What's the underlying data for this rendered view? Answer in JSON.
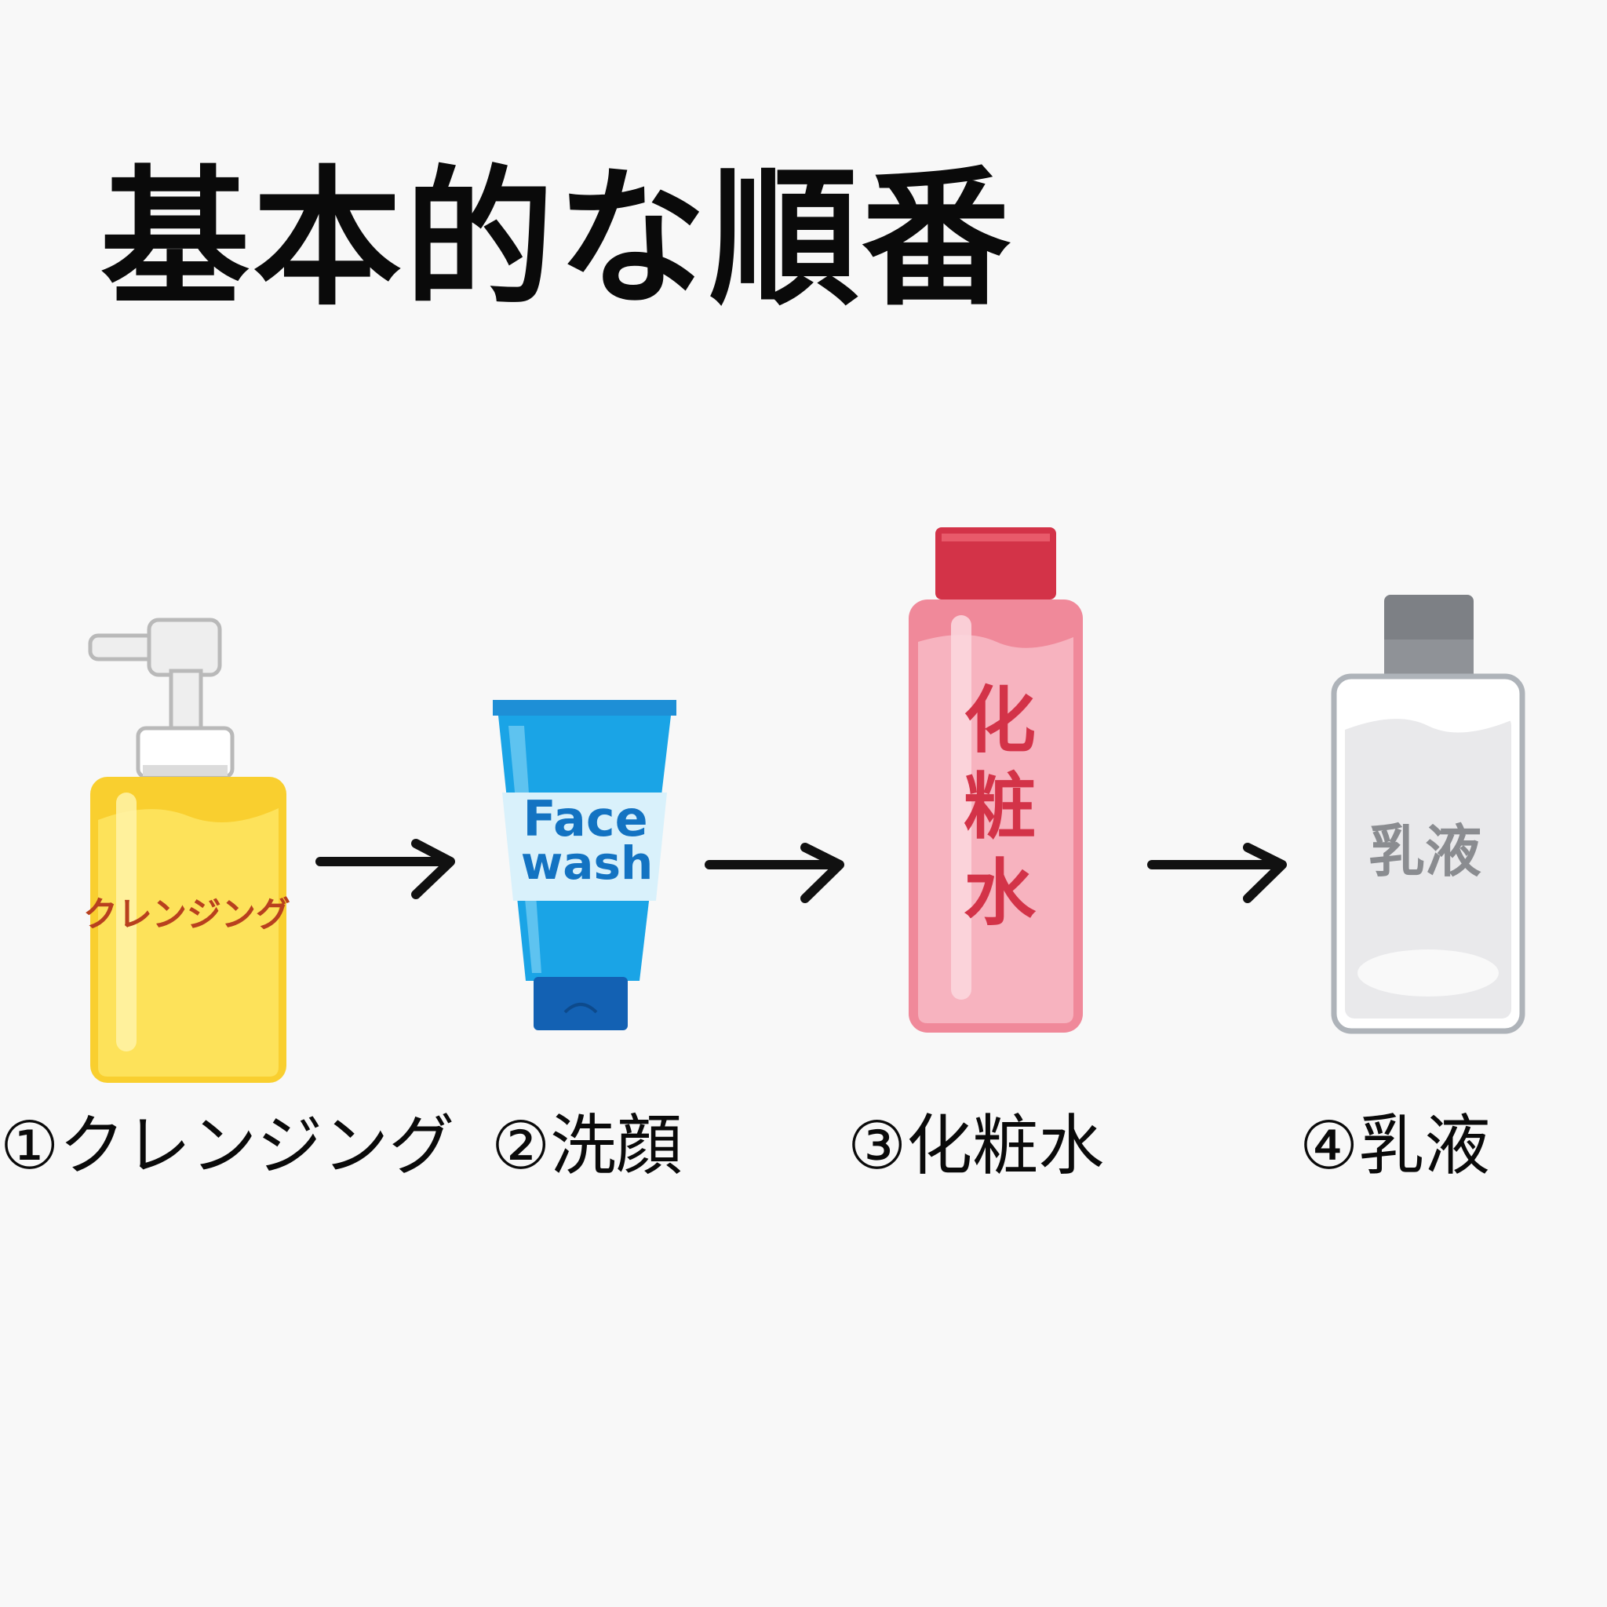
{
  "title": "基本的な順番",
  "steps": [
    {
      "label": "①クレンジング",
      "product_text": "クレンジング",
      "color": "#f9cf2f",
      "icon": "pump-bottle-icon"
    },
    {
      "label": "②洗顔",
      "product_text_line1": "Face",
      "product_text_line2": "wash",
      "color": "#1aa4e6",
      "icon": "face-wash-tube-icon"
    },
    {
      "label": "③化粧水",
      "product_text_line1": "化",
      "product_text_line2": "粧",
      "product_text_line3": "水",
      "color": "#f0899a",
      "icon": "toner-bottle-icon"
    },
    {
      "label": "④乳液",
      "product_text": "乳液",
      "color": "#e8e8ea",
      "icon": "milk-lotion-bottle-icon"
    }
  ],
  "arrow_icon": "right-arrow-icon"
}
